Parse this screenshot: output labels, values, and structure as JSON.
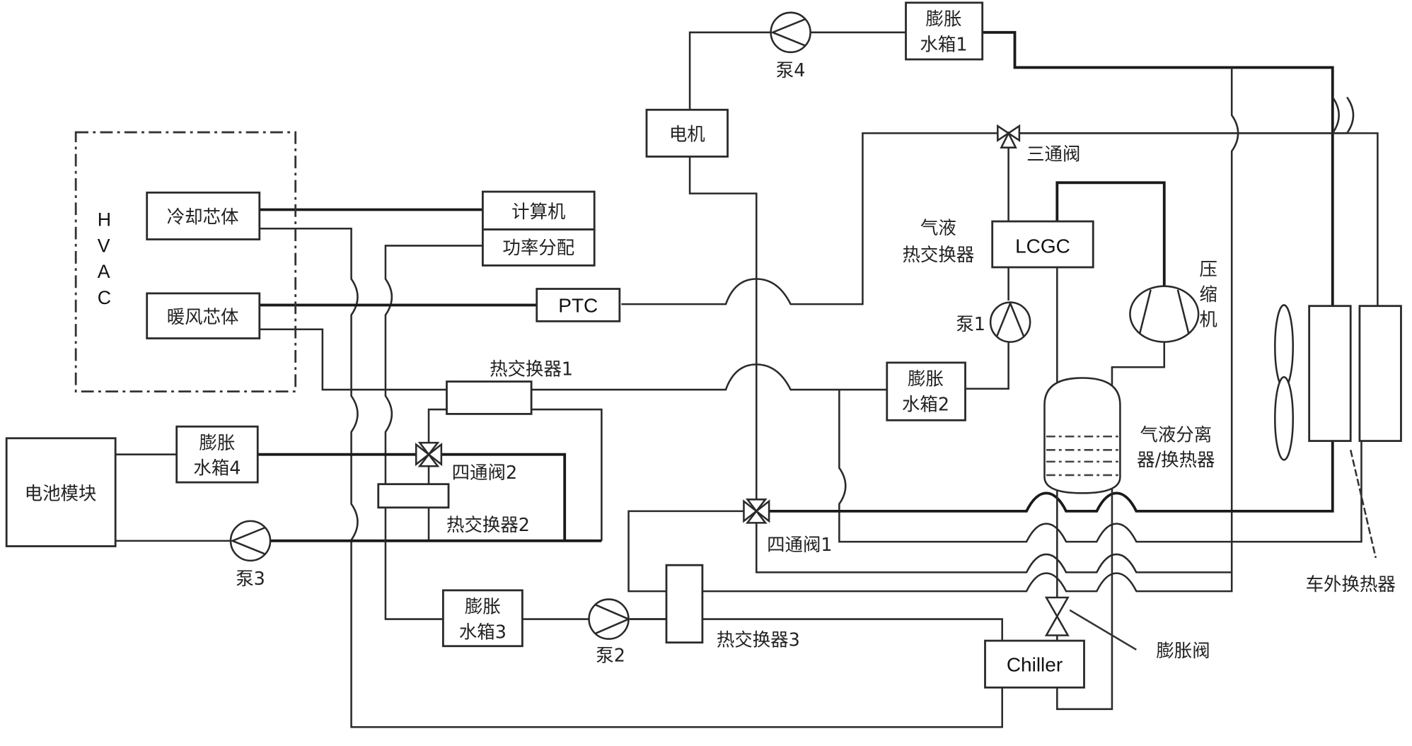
{
  "diagram": {
    "type": "thermal-management-system-schematic",
    "hvac": {
      "label": "HVAC",
      "letters": [
        "H",
        "V",
        "A",
        "C"
      ],
      "components": {
        "cooling_core": "冷却芯体",
        "heating_core": "暖风芯体"
      }
    },
    "components": {
      "computer": "计算机",
      "power_distribution": "功率分配",
      "ptc": "PTC",
      "motor": "电机",
      "battery_module": "电池模块",
      "lcgc": "LCGC",
      "chiller": "Chiller",
      "expansion_tank_1": [
        "膨胀",
        "水箱1"
      ],
      "expansion_tank_2": [
        "膨胀",
        "水箱2"
      ],
      "expansion_tank_3": [
        "膨胀",
        "水箱3"
      ],
      "expansion_tank_4": [
        "膨胀",
        "水箱4"
      ]
    },
    "labels": {
      "pump_1": "泵1",
      "pump_2": "泵2",
      "pump_3": "泵3",
      "pump_4": "泵4",
      "three_way_valve": "三通阀",
      "four_way_valve_1": "四通阀1",
      "four_way_valve_2": "四通阀2",
      "heat_exchanger_1": "热交换器1",
      "heat_exchanger_2": "热交换器2",
      "heat_exchanger_3": "热交换器3",
      "gas_liquid_hx": [
        "气液",
        "热交换器"
      ],
      "compressor": [
        "压",
        "缩",
        "机"
      ],
      "separator": [
        "气液分离",
        "器/换热器"
      ],
      "expansion_valve": "膨胀阀",
      "outdoor_hx": "车外换热器"
    }
  }
}
